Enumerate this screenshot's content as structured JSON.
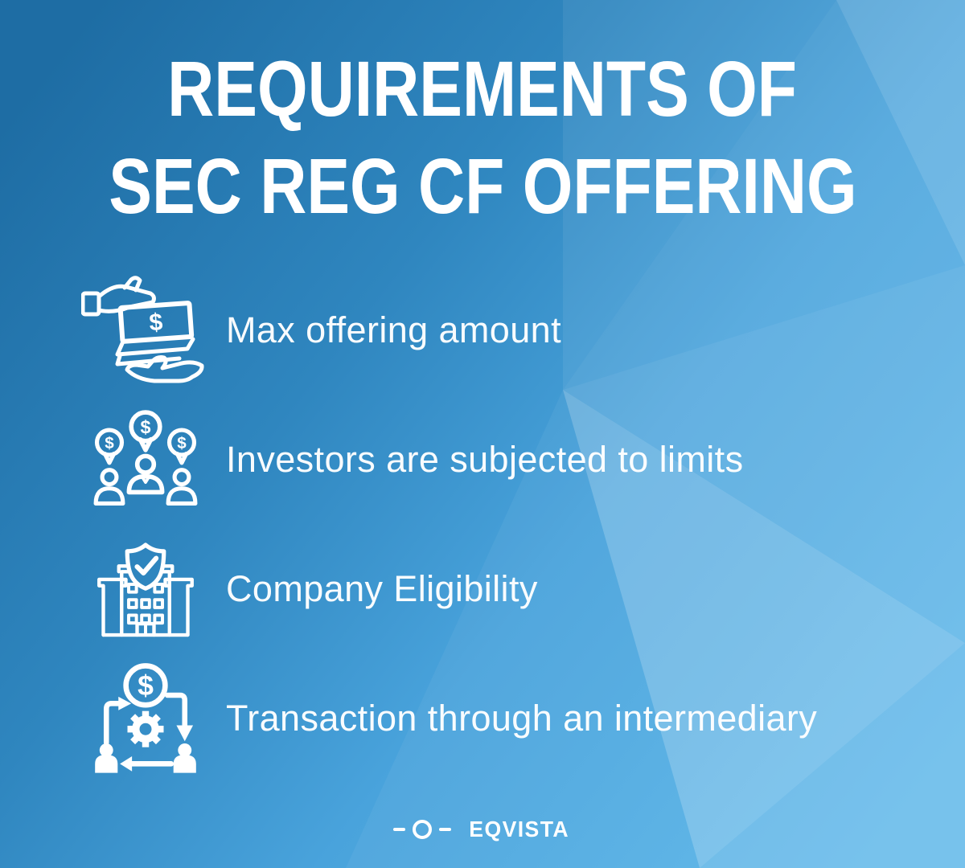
{
  "title": {
    "line1": "REQUIREMENTS OF",
    "line2": "SEC REG CF OFFERING"
  },
  "items": [
    {
      "icon": "hand-giving-money-icon",
      "label": "Max offering amount"
    },
    {
      "icon": "investors-dollar-pins-icon",
      "label": "Investors are subjected to limits"
    },
    {
      "icon": "company-building-shield-icon",
      "label": "Company Eligibility"
    },
    {
      "icon": "transaction-cycle-icon",
      "label": "Transaction through an intermediary"
    }
  ],
  "footer": {
    "brand": "EQVISTA"
  },
  "glyphs": {
    "dollar": "$"
  },
  "colors": {
    "background_dark": "#1e6da4",
    "background_mid": "#3b97d3",
    "background_light": "#5cb6e9",
    "facet_highlight": "#9dd4f2",
    "text": "#ffffff"
  }
}
